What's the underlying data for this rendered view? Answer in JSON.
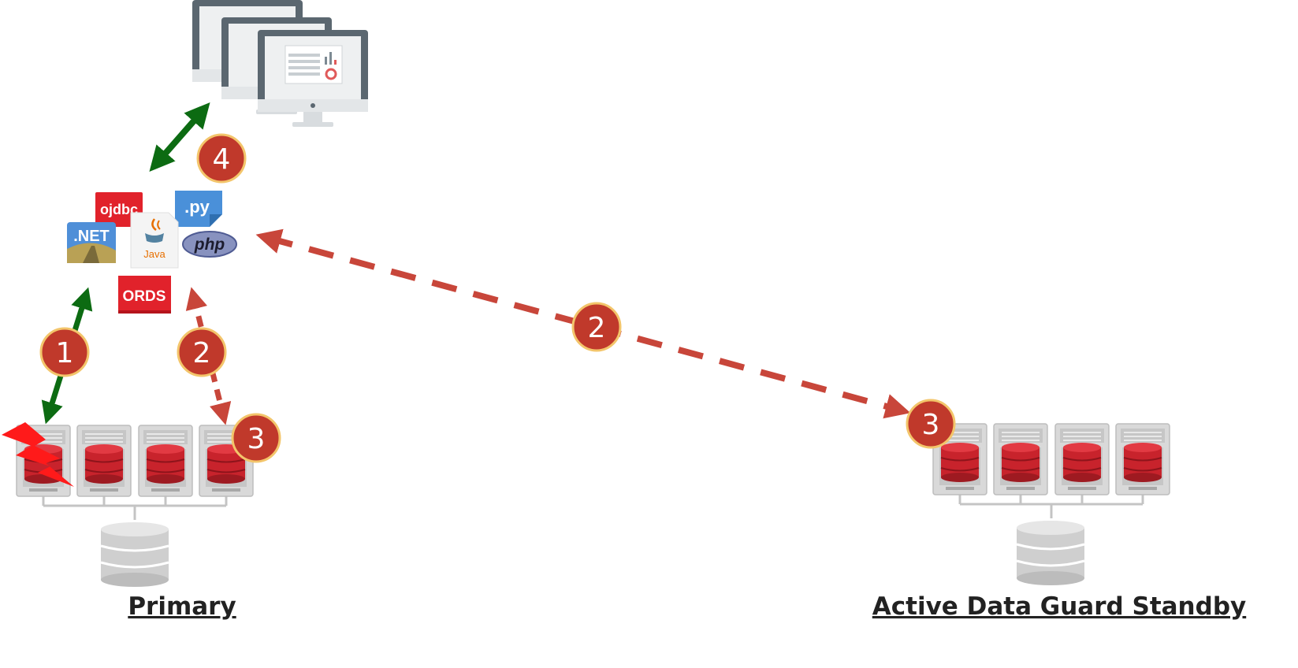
{
  "clients": {
    "icon": "desktop-monitor-icon",
    "count": 3
  },
  "drivers": {
    "ojdbc": "ojdbc",
    "python": ".py",
    "dotnet": ".NET",
    "java": "Java",
    "php": "php",
    "ords": "ORDS"
  },
  "steps": {
    "step1": "1",
    "step2_primary": "2",
    "step2_standby": "2",
    "step3_primary": "3",
    "step3_standby": "3",
    "step4": "4"
  },
  "sites": {
    "primary": {
      "label": "Primary",
      "node_count": 4,
      "failed_nodes": 1
    },
    "standby": {
      "label": "Active Data Guard Standby",
      "node_count": 4
    }
  },
  "colors": {
    "success_arrow": "#0c6b12",
    "failover_arrow": "#c8463a",
    "badge_fill": "#c0392b",
    "badge_ring": "#f3c56b",
    "database_red": "#c8232c",
    "failure_bolt": "#ff1a1a"
  }
}
